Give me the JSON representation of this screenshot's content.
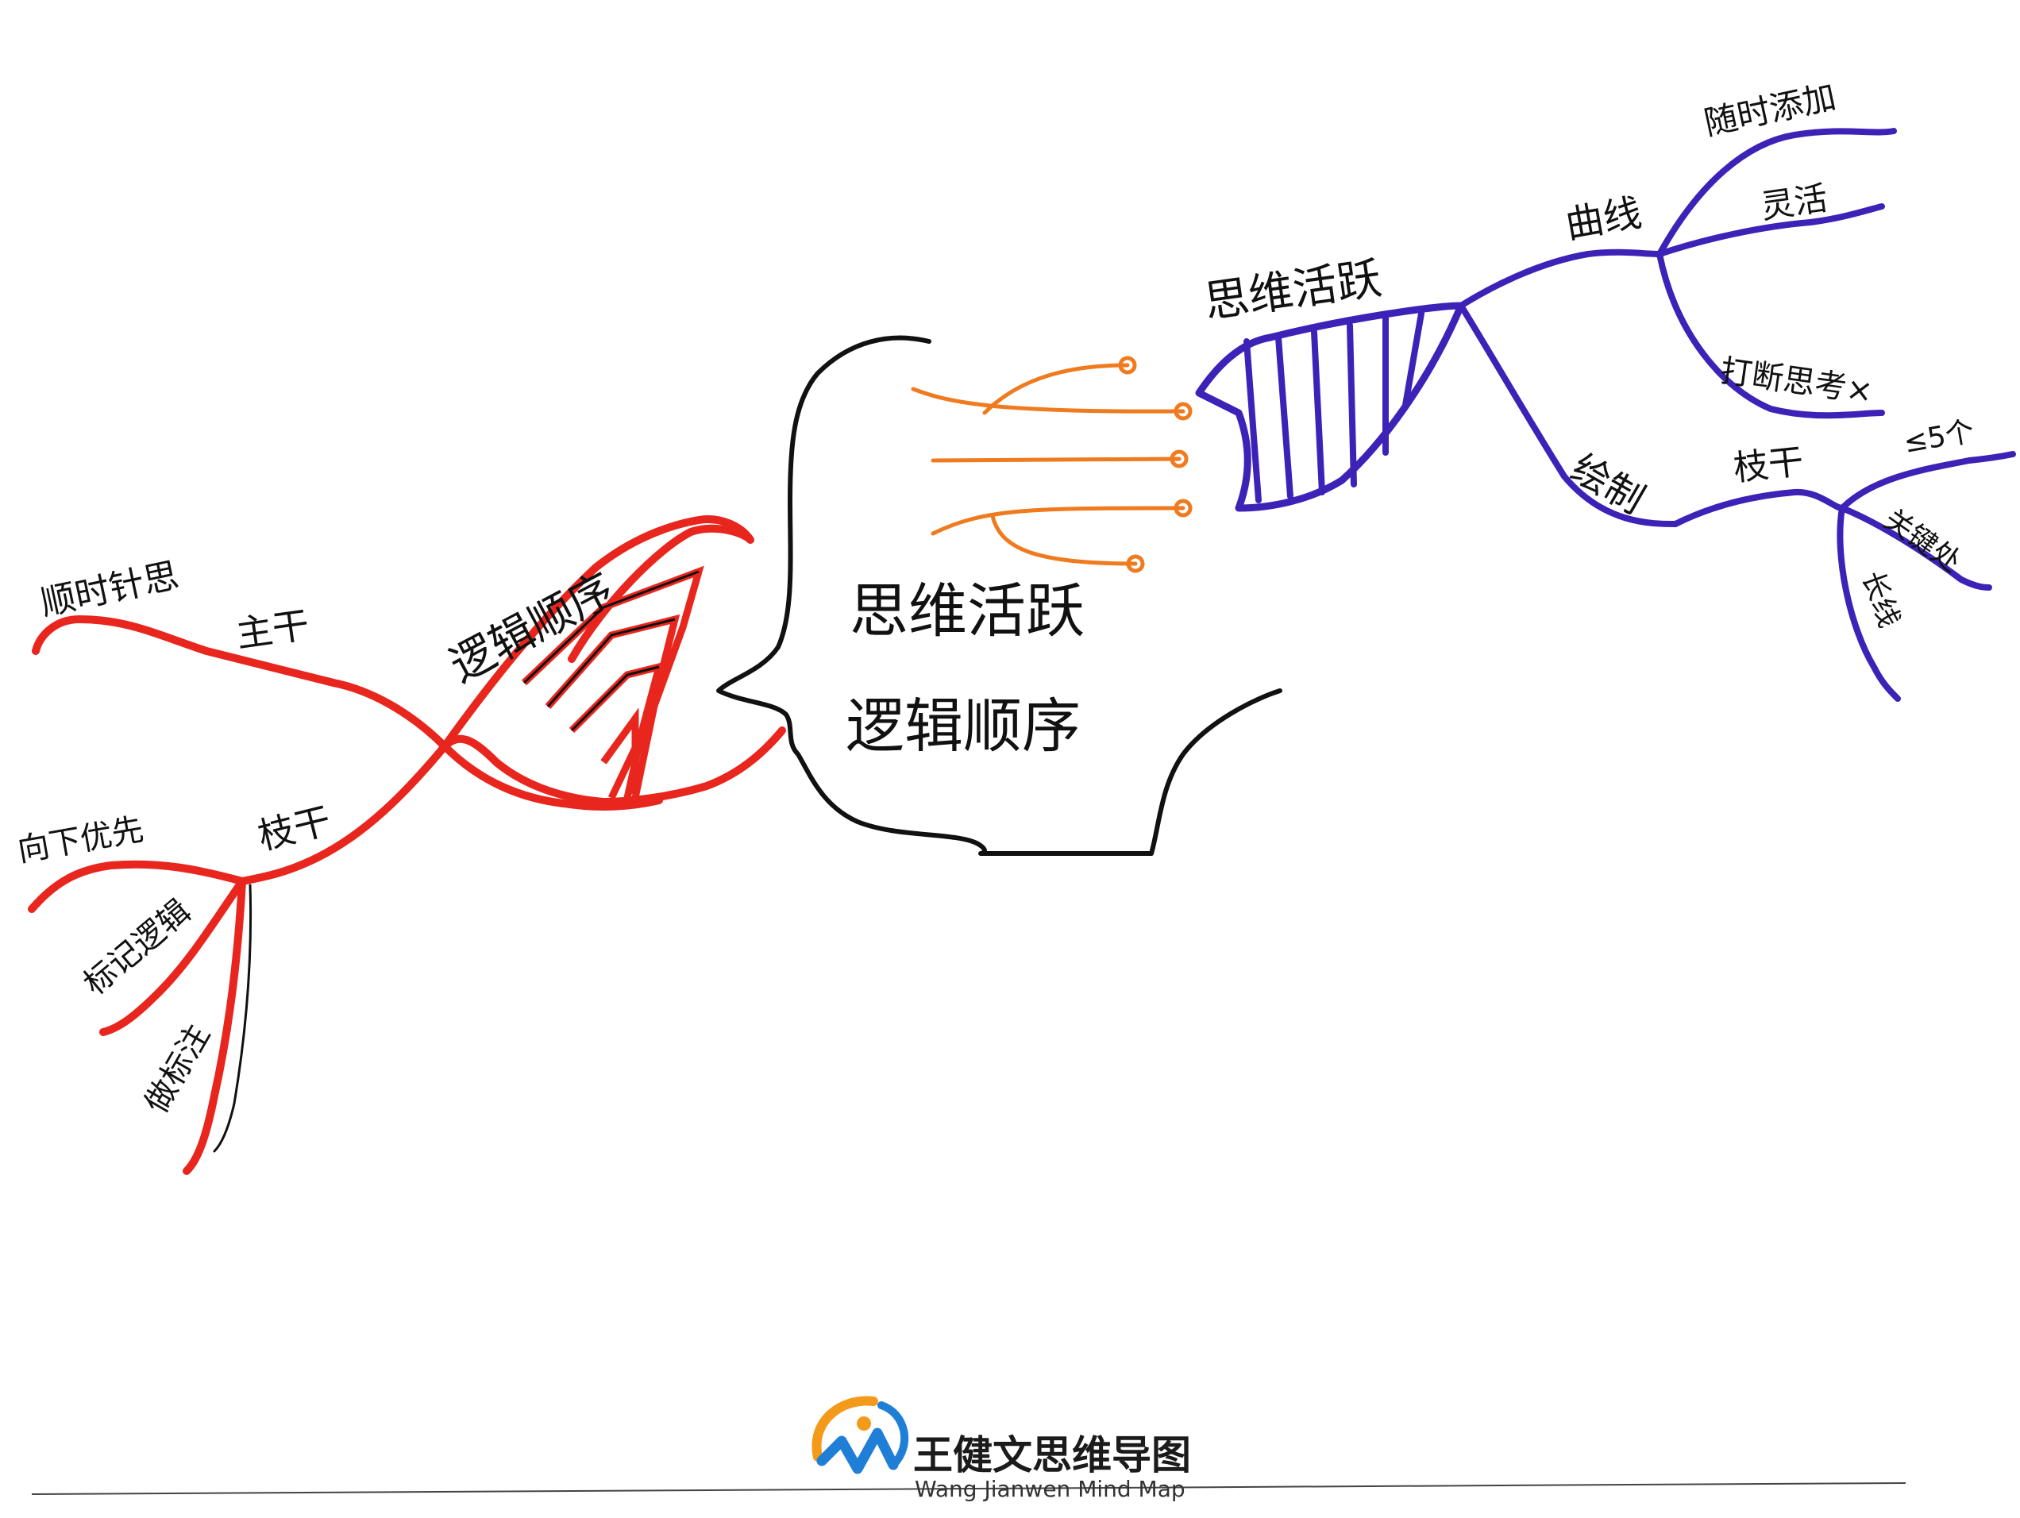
{
  "center": {
    "line1": "思维活跃",
    "line2": "逻辑顺序"
  },
  "right_branch": {
    "main_label": "思维活跃",
    "colors": {
      "branch": "#3d22b8",
      "idea_lines": "#f07a1e"
    },
    "sub1": {
      "label": "曲线",
      "children": [
        "随时添加",
        "灵活",
        "打断思考×"
      ]
    },
    "sub2": {
      "label": "绘制",
      "child": "枝干",
      "grandchildren": [
        "≤5个",
        "关键处",
        "长线"
      ]
    }
  },
  "left_branch": {
    "main_label": "逻辑顺序",
    "colors": {
      "branch": "#e8261e"
    },
    "sub1": {
      "label": "主干",
      "children": [
        "顺时针思"
      ]
    },
    "sub2": {
      "label": "枝干",
      "children": [
        "向下优先",
        "标记逻辑",
        "做标注"
      ]
    }
  },
  "branding": {
    "title": "王健文思维导图",
    "subtitle": "Wang Jianwen Mind Map",
    "colors": {
      "logo_blue": "#1f7fd6",
      "logo_orange": "#f39a1b",
      "title": "#1b1b1b"
    }
  }
}
